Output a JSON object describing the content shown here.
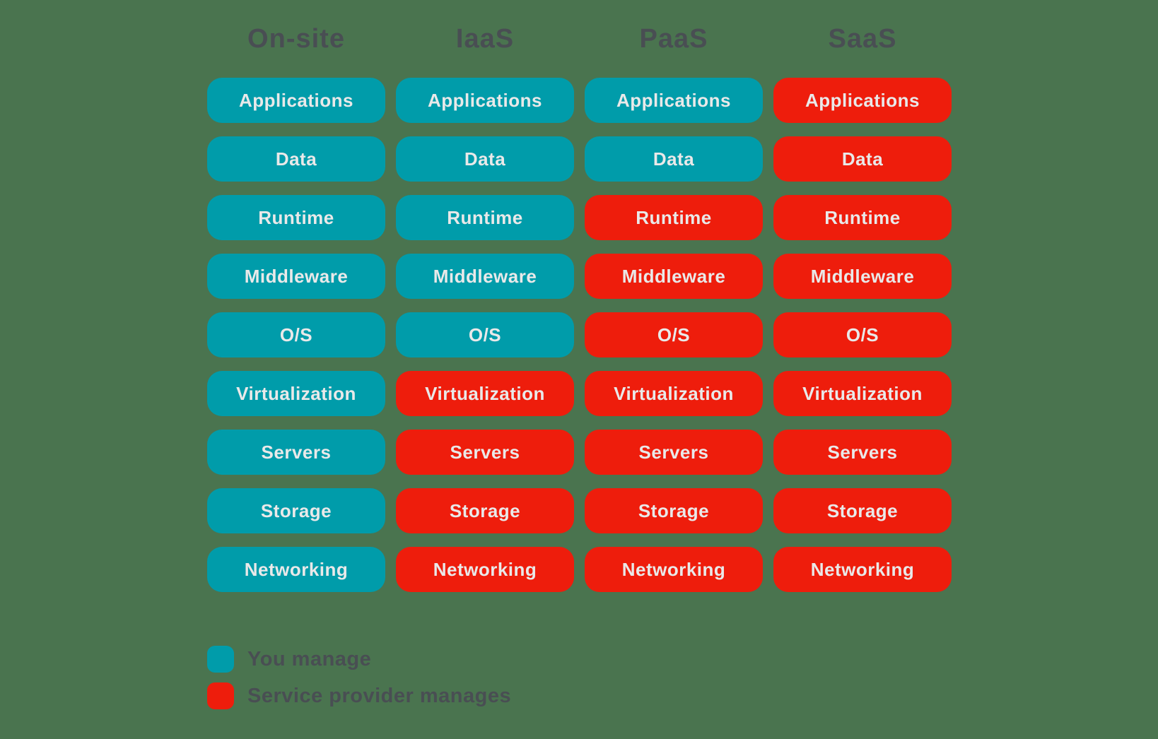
{
  "colors": {
    "background": "#4A744F",
    "you_manage": "#009CAA",
    "provider_manages": "#EE1D0C",
    "heading_text": "#494E53",
    "pill_text": "#E9E9E9"
  },
  "layers": [
    "Applications",
    "Data",
    "Runtime",
    "Middleware",
    "O/S",
    "Virtualization",
    "Servers",
    "Storage",
    "Networking"
  ],
  "columns": [
    {
      "id": "on-site",
      "label": "On-site",
      "owners": [
        "you",
        "you",
        "you",
        "you",
        "you",
        "you",
        "you",
        "you",
        "you"
      ]
    },
    {
      "id": "iaas",
      "label": "IaaS",
      "owners": [
        "you",
        "you",
        "you",
        "you",
        "you",
        "provider",
        "provider",
        "provider",
        "provider"
      ]
    },
    {
      "id": "paas",
      "label": "PaaS",
      "owners": [
        "you",
        "you",
        "provider",
        "provider",
        "provider",
        "provider",
        "provider",
        "provider",
        "provider"
      ]
    },
    {
      "id": "saas",
      "label": "SaaS",
      "owners": [
        "provider",
        "provider",
        "provider",
        "provider",
        "provider",
        "provider",
        "provider",
        "provider",
        "provider"
      ]
    }
  ],
  "legend": {
    "items": [
      {
        "key": "you",
        "label": "You manage"
      },
      {
        "key": "provider",
        "label": "Service provider manages"
      }
    ]
  }
}
